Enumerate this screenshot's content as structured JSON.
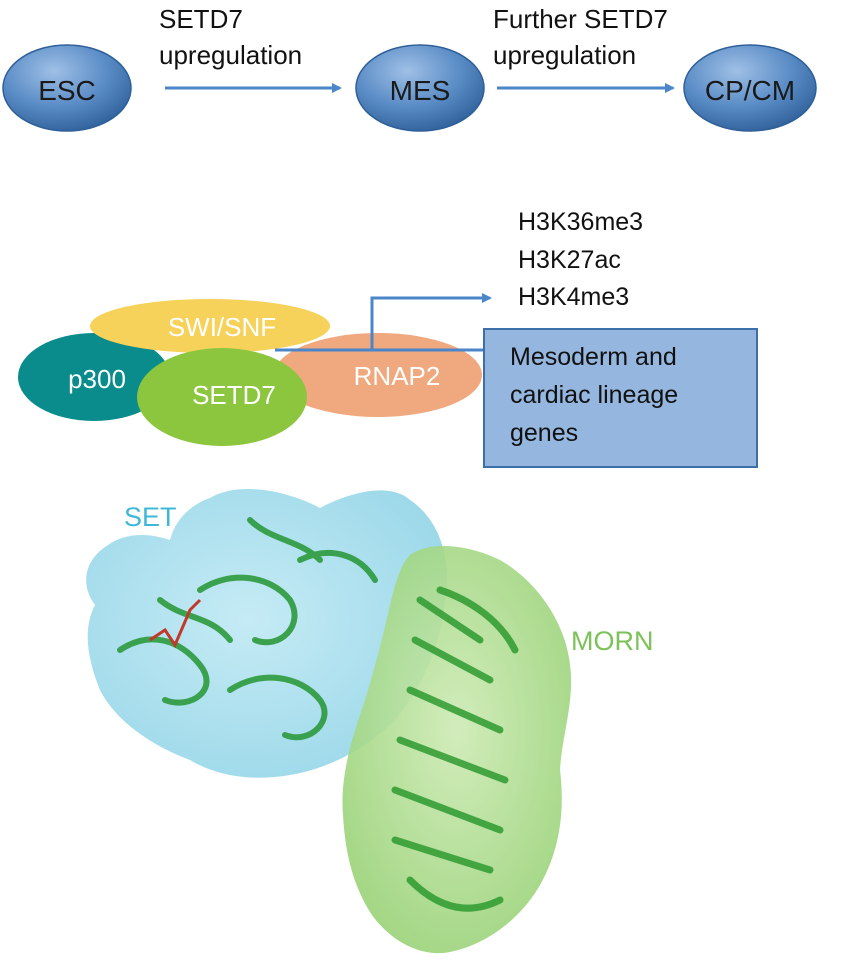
{
  "pathway": {
    "nodes": [
      "ESC",
      "MES",
      "CP/CM"
    ],
    "arrow1": [
      "SETD7",
      "upregulation"
    ],
    "arrow2": [
      "Further SETD7",
      "upregulation"
    ]
  },
  "complex": {
    "swi_snf": "SWI/SNF",
    "p300": "p300",
    "setd7": "SETD7",
    "rnap2": "RNAP2",
    "marks": [
      "H3K36me3",
      "H3K27ac",
      "H3K4me3"
    ],
    "genes": [
      "Mesoderm and",
      "cardiac lineage",
      "genes"
    ]
  },
  "structure": {
    "set_label": "SET",
    "morn_label": "MORN"
  },
  "colors": {
    "node_blue": "#4f83be",
    "arrow_blue": "#4a86c8",
    "swi_yellow": "#f6d25a",
    "p300_teal": "#0b8c8c",
    "setd7_green": "#8cc63f",
    "rnap2_orange": "#f0a87e",
    "gene_box": "#95b6de",
    "set_cyan": "#3fb8d8",
    "morn_green": "#7cc258"
  }
}
